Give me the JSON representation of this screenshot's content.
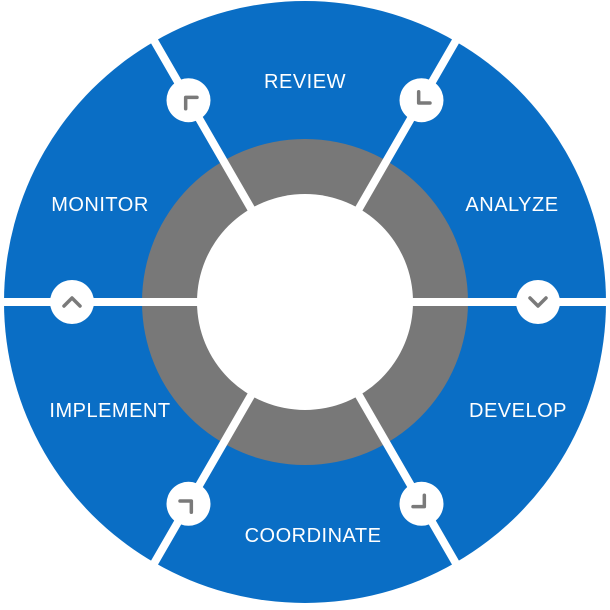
{
  "colors": {
    "segment_fill": "#0a6ec5",
    "inner_ring": "#787878",
    "center": "#ffffff",
    "divider": "#ffffff",
    "label_text": "#ffffff",
    "connector_fill": "#ffffff",
    "chevron_stroke": "#7a7a7a"
  },
  "stages": [
    {
      "id": "review",
      "label": "REVIEW"
    },
    {
      "id": "analyze",
      "label": "ANALYZE"
    },
    {
      "id": "develop",
      "label": "DEVELOP"
    },
    {
      "id": "coordinate",
      "label": "COORDINATE"
    },
    {
      "id": "implement",
      "label": "IMPLEMENT"
    },
    {
      "id": "monitor",
      "label": "MONITOR"
    }
  ],
  "connectors": [
    {
      "id": "review-to-analyze",
      "icon": "chevron-down-right-icon"
    },
    {
      "id": "analyze-to-develop",
      "icon": "chevron-down-icon"
    },
    {
      "id": "develop-to-coordinate",
      "icon": "chevron-down-left-icon"
    },
    {
      "id": "coordinate-to-implement",
      "icon": "chevron-up-left-icon"
    },
    {
      "id": "implement-to-monitor",
      "icon": "chevron-up-icon"
    },
    {
      "id": "monitor-to-review",
      "icon": "chevron-up-right-icon"
    }
  ]
}
